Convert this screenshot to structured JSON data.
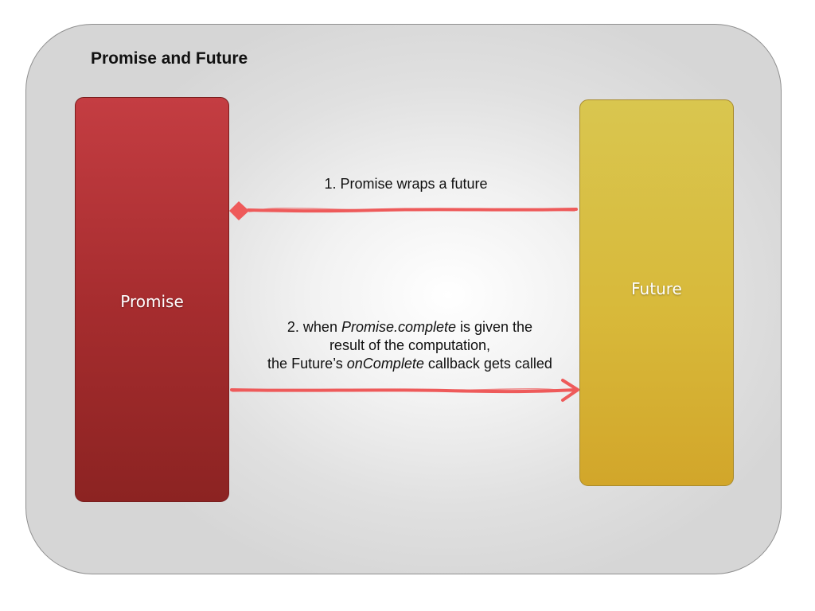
{
  "title": "Promise and Future",
  "nodes": {
    "promise": {
      "label": "Promise",
      "color": "#b13437"
    },
    "future": {
      "label": "Future",
      "color": "#d8b93a"
    }
  },
  "edges": {
    "wraps": {
      "label": "1.  Promise wraps a future",
      "color": "#ee5a5a"
    },
    "complete": {
      "line1_prefix": "2. when ",
      "line1_em": "Promise.complete",
      "line1_suffix": " is given the",
      "line2": "result of the computation,",
      "line3_prefix": "the Future’s ",
      "line3_em": "onComplete",
      "line3_suffix": " callback gets called",
      "color": "#ee5a5a"
    }
  }
}
